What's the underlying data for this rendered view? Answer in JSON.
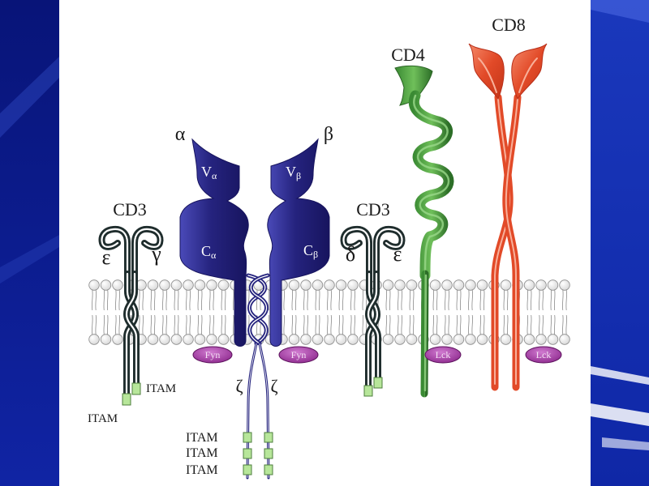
{
  "colors": {
    "slide_background": "#0d1f96",
    "panel": "#ffffff",
    "tcr": "#25237e",
    "tcr_highlight": "#4a4ab8",
    "cd3_outline": "#1f2d2d",
    "itam": "#b7e69a",
    "cd4": "#3a8a33",
    "cd4_highlight": "#6fbf5a",
    "cd8": "#e24a28",
    "kinase": "#8e2a8e",
    "kinase_highlight": "#d07ad0",
    "lipid_head": "#d8d8d8"
  },
  "cd3_left": {
    "label": "CD3",
    "chain_left": "ε",
    "chain_right": "γ",
    "itam_right_label": "ITAM",
    "itam_left_label": "ITAM"
  },
  "tcr": {
    "alpha": {
      "label": "α",
      "v_domain": {
        "letter": "V",
        "sub": "α"
      },
      "c_domain": {
        "letter": "C",
        "sub": "α"
      }
    },
    "beta": {
      "label": "β",
      "v_domain": {
        "letter": "V",
        "sub": "β"
      },
      "c_domain": {
        "letter": "C",
        "sub": "β"
      }
    }
  },
  "zeta": {
    "labels": [
      "ζ",
      "ζ"
    ],
    "itam_labels": [
      "ITAM",
      "ITAM",
      "ITAM"
    ]
  },
  "kinases": {
    "fyn": [
      "Fyn",
      "Fyn"
    ],
    "lck": [
      "Lck",
      "Lck"
    ]
  },
  "cd3_right": {
    "label": "CD3",
    "chain_left": "δ",
    "chain_right": "ε"
  },
  "cd4": {
    "label": "CD4"
  },
  "cd8": {
    "label": "CD8"
  }
}
